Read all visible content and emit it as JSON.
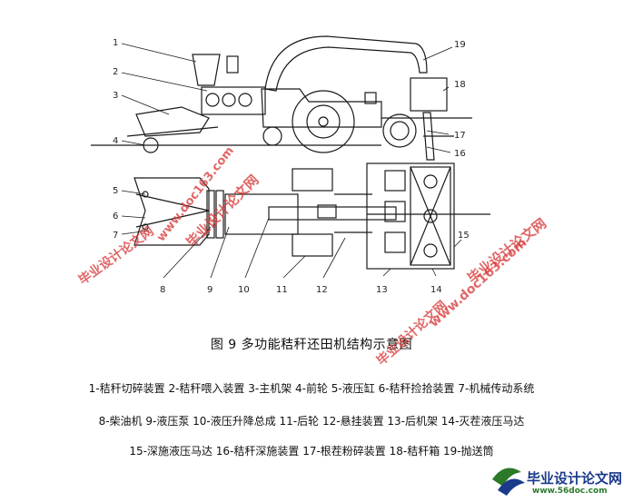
{
  "figure": {
    "title": "图 9   多功能秸秆还田机结构示意图",
    "legend_lines": [
      "1-秸秆切碎装置 2-秸秆喂入装置 3-主机架 4-前轮 5-液压缸 6-秸秆捡拾装置 7-机械传动系统",
      "8-柴油机 9-液压泵 10-液压升降总成 11-后轮 12-悬挂装置 13-后机架 14-灭茬液压马达",
      "15-深施液压马达 16-秸秆深施装置 17-根茬粉碎装置 18-秸秆箱  19-抛送筒"
    ],
    "part_numbers": {
      "n1": "1",
      "n2": "2",
      "n3": "3",
      "n4": "4",
      "n5": "5",
      "n6": "6",
      "n7": "7",
      "n8": "8",
      "n9": "9",
      "n10": "10",
      "n11": "11",
      "n12": "12",
      "n13": "13",
      "n14": "14",
      "n15": "15",
      "n16": "16",
      "n17": "17",
      "n18": "18",
      "n19": "19"
    }
  },
  "watermarks": {
    "w1": "www.doc163.com",
    "w2": "毕业设计论文网",
    "w3": "毕业设计论文网",
    "w4": "www.doc163.com",
    "w5": "毕业设计论文网",
    "w6": "毕业设计论文网",
    "brand": "毕业设计论文网",
    "brand_url": "www.56doc.com"
  },
  "colors": {
    "line": "#1a1a1a",
    "watermark": "#d93c3c",
    "brand": "#1a3a8a"
  }
}
